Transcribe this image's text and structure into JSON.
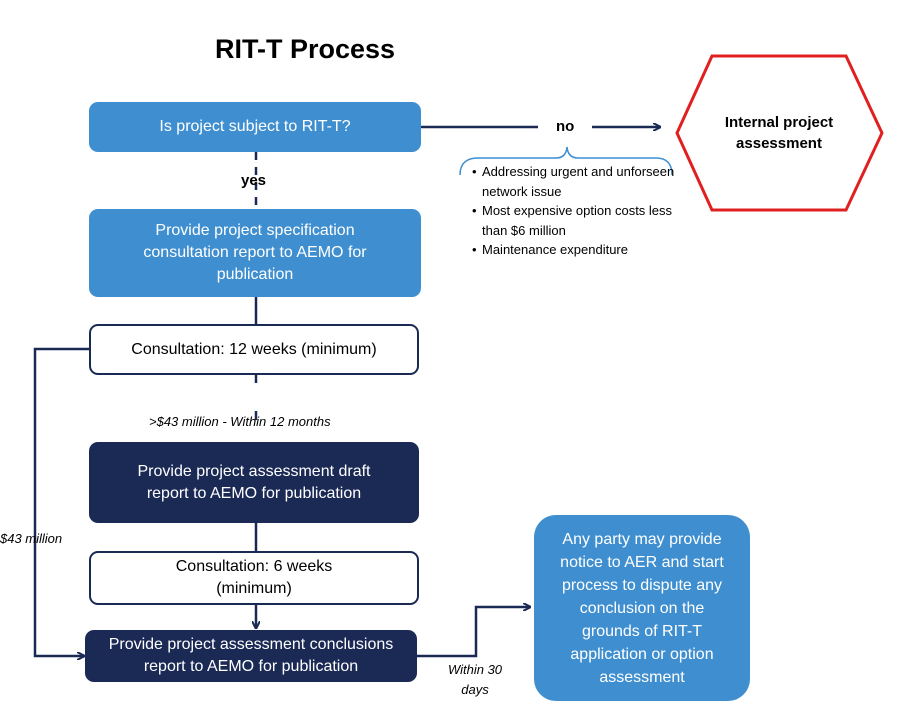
{
  "title": "RIT-T Process",
  "boxes": {
    "question": "Is project subject to RIT-T?",
    "specification": "Provide project specification\nconsultation report to AEMO for\npublication",
    "consult12": "Consultation: 12 weeks (minimum)",
    "draft": "Provide project assessment draft\nreport to AEMO for publication",
    "consult6": "Consultation: 6 weeks\n(minimum)",
    "conclusions": "Provide project assessment conclusions\nreport to AEMO for publication",
    "dispute": "Any party may provide\nnotice to AER and start\nprocess to dispute any\nconclusion on the\ngrounds of RIT-T\napplication or option\nassessment"
  },
  "internal": "Internal project\nassessment",
  "labels": {
    "yes": "yes",
    "no": "no",
    "over43": ">$43 million - Within 12 months",
    "under43": "$43 million",
    "within30": "Within 30\ndays"
  },
  "criteria": [
    "Addressing urgent and unforseen network issue",
    "Most expensive option costs less than $6 million",
    "Maintenance expenditure"
  ],
  "colors": {
    "light_box": "#3f8fd0",
    "dark_box": "#1b2a55",
    "connector": "#1b2a55",
    "hexagon_border": "#e02020",
    "bracket": "#3f8fd0"
  }
}
